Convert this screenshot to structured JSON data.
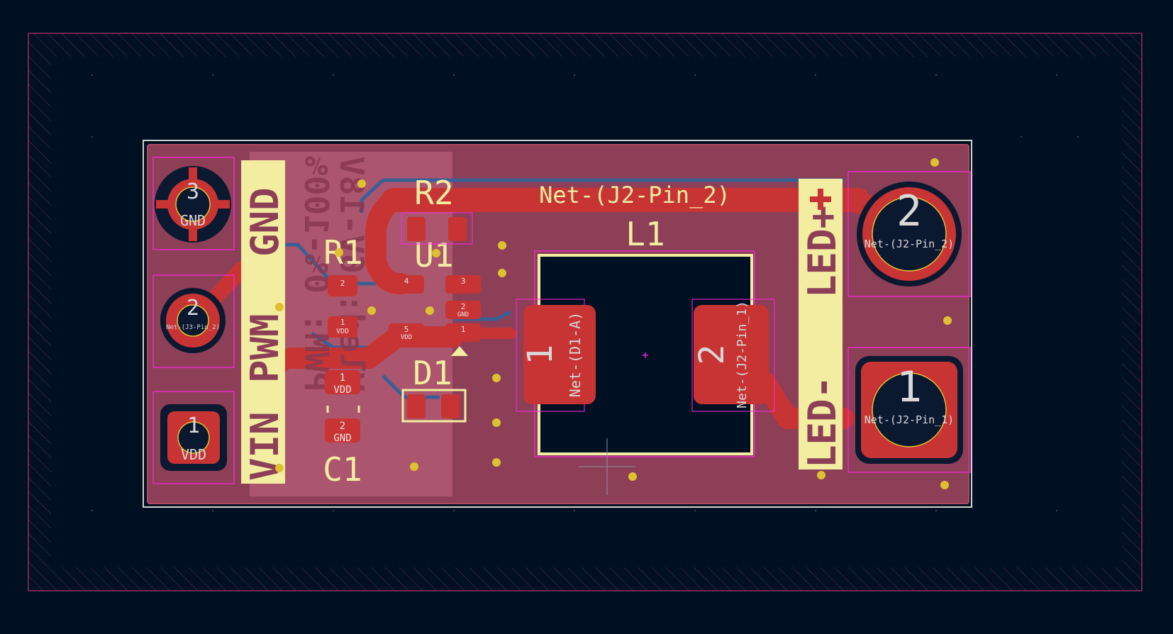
{
  "colors": {
    "background": "#001023",
    "board": "#8c3f57",
    "copper_front": "#c83434",
    "copper_back_outline": "#3a5f95",
    "silkscreen": "#f2eda1",
    "courtyard": "#ff26e2",
    "edge_cuts": "#d0d2cd",
    "via": "#e0c030"
  },
  "silkscreen": {
    "label_gnd": "GND",
    "label_pwm": "PWM",
    "label_vin": "VIN",
    "label_led_plus": "LED+",
    "label_led_minus": "LED-"
  },
  "back_silkscreen": {
    "line1": "PWM: 0%-100%",
    "line2": "Vled: 6V-18V"
  },
  "references": {
    "r1": "R1",
    "r2": "R2",
    "u1": "U1",
    "d1": "D1",
    "c1": "C1",
    "l1": "L1"
  },
  "nets": {
    "j2_pin2_trace": "Net-(J2-Pin_2)",
    "l1_pad1": "Net-(D1-A)",
    "l1_pad2": "Net-(J2-Pin_1)",
    "j2_pad2": "Net-(J2-Pin_2)",
    "j2_pad1": "Net-(J2-Pin_1)",
    "j3_pad2": "Net-(J3-Pin_2)"
  },
  "pads": {
    "j3_1_num": "1",
    "j3_1_net": "VDD",
    "j3_2_num": "2",
    "j3_3_num": "3",
    "j3_3_net": "GND",
    "j2_1_num": "1",
    "j2_2_num": "2",
    "l1_1_num": "1",
    "l1_2_num": "2",
    "c1_1_num": "1",
    "c1_1_net": "VDD",
    "c1_2_num": "2",
    "c1_2_net": "GND",
    "r1_1_num": "1",
    "r1_1_net": "VDD",
    "r1_2_num": "2",
    "u1_1_num": "1",
    "u1_2_num": "2",
    "u1_2_net": "GND",
    "u1_3_num": "3",
    "u1_4_num": "4",
    "u1_5_num": "5",
    "u1_5_net": "VDD"
  }
}
